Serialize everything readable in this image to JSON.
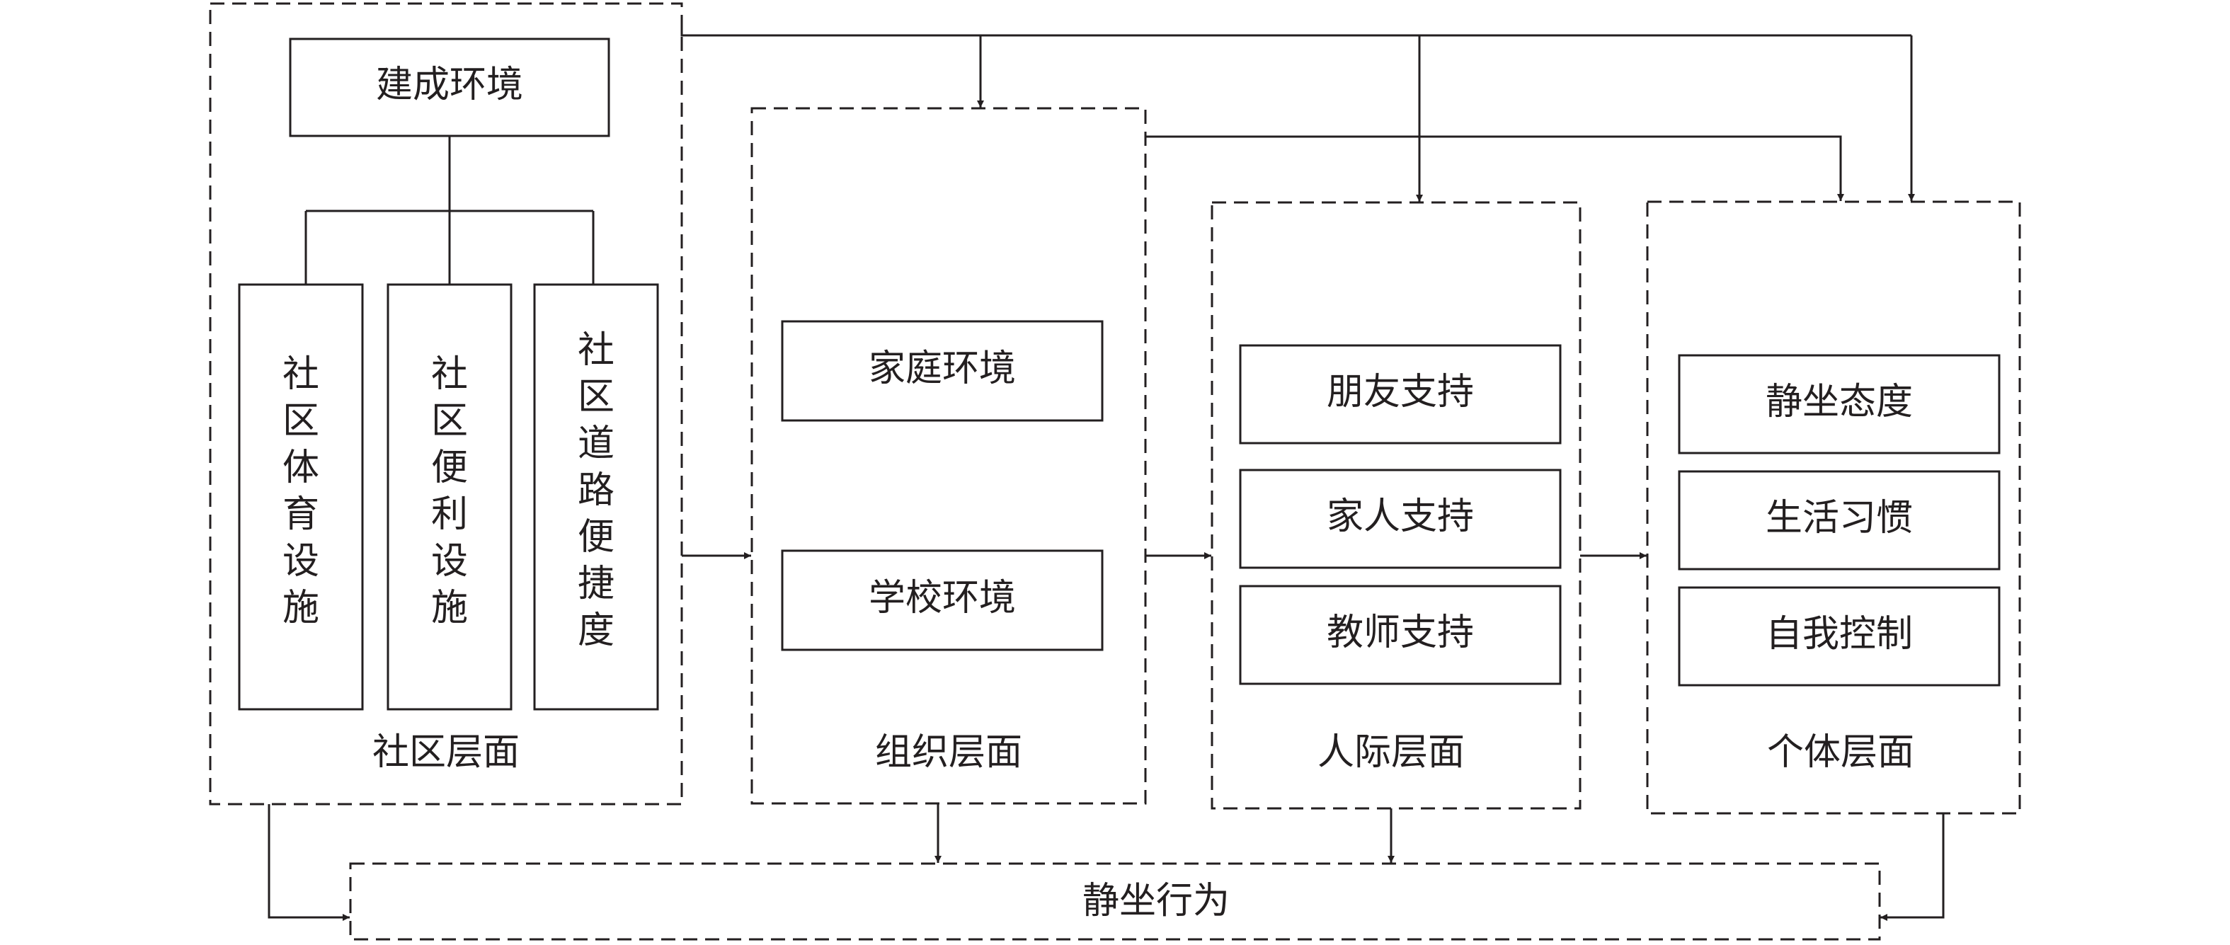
{
  "diagram": {
    "community": {
      "label": "社区层面",
      "built_env": "建成环境",
      "facilities": [
        "社区体育设施",
        "社区便利设施",
        "社区道路便捷度"
      ]
    },
    "organization": {
      "label": "组织层面",
      "items": [
        "家庭环境",
        "学校环境"
      ]
    },
    "interpersonal": {
      "label": "人际层面",
      "items": [
        "朋友支持",
        "家人支持",
        "教师支持"
      ]
    },
    "individual": {
      "label": "个体层面",
      "items": [
        "静坐态度",
        "生活习惯",
        "自我控制"
      ]
    },
    "outcome": "静坐行为"
  }
}
